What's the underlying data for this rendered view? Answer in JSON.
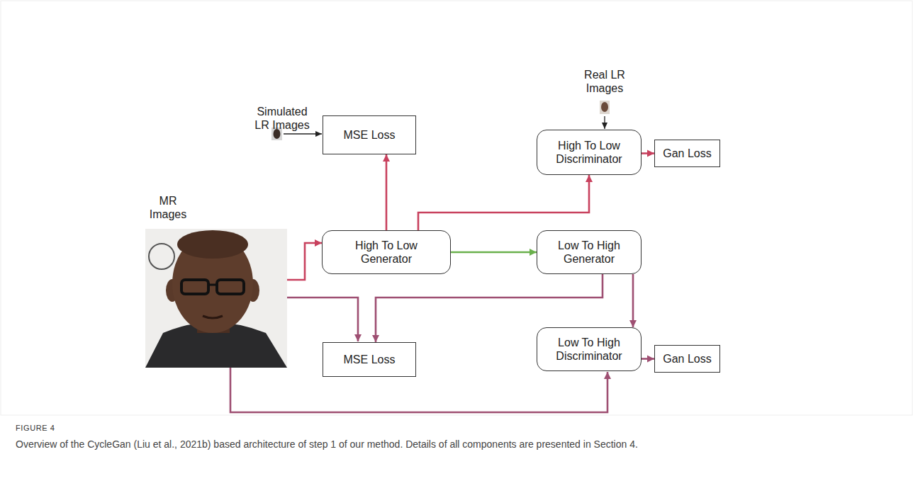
{
  "diagram": {
    "caption": "Overview of the CycleGan (Liu et al., 2021b) based architecture of step 1 of our method. Details of all components are presented in Section 4.",
    "nodes": [
      {
        "text": [
          "MSE Loss"
        ]
      },
      {
        "text": [
          "High To Low Discriminator"
        ]
      },
      {
        "text": [
          "Gan Loss"
        ]
      },
      {
        "text": [
          "High To Low Generator"
        ]
      },
      {
        "text": [
          "Low To High Generator"
        ]
      },
      {
        "text": [
          "MSE Loss"
        ]
      },
      {
        "text": [
          "Low To High Discriminator"
        ]
      },
      {
        "text": [
          "Gan Loss"
        ]
      }
    ],
    "edges": [
      {
        "from": 3,
        "to": 0,
        "arrow": "to"
      },
      {
        "from": 3,
        "to": 1,
        "arrow": "to"
      },
      {
        "from": 1,
        "to": 2,
        "arrow": "to"
      },
      {
        "from": 3,
        "to": 4,
        "arrow": "to"
      },
      {
        "from": 4,
        "to": 5,
        "arrow": "to"
      },
      {
        "from": 4,
        "to": 6,
        "arrow": "to"
      },
      {
        "from": 6,
        "to": 7,
        "arrow": "to"
      }
    ],
    "labels": [
      "Simulated LR Images",
      "Real LR Images",
      "MR Images",
      "FIGURE 4"
    ]
  }
}
